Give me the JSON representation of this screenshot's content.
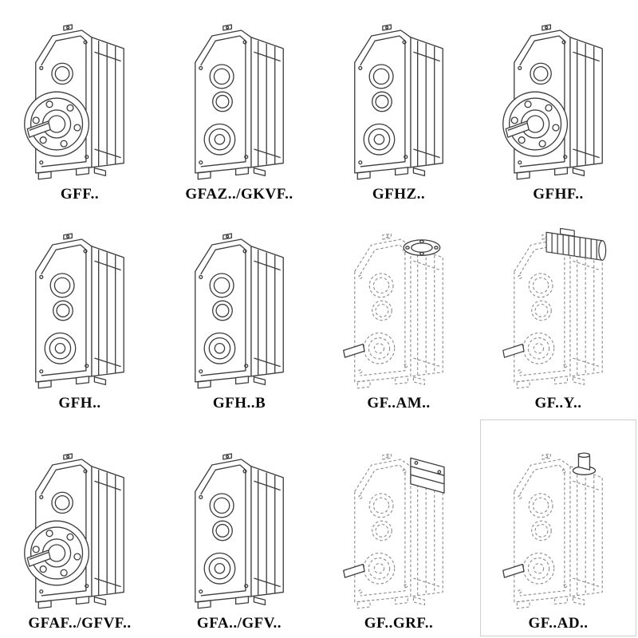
{
  "page": {
    "background": "#ffffff"
  },
  "colors": {
    "line": "#3d3d3d",
    "dashed_line": "#8f8f8f",
    "label_text": "#0a0a0a"
  },
  "catalog": {
    "items": [
      {
        "label": "GFF..",
        "drawing": "gearbox-output-flange",
        "style": "solid-line"
      },
      {
        "label": "GFAZ../GKVF..",
        "drawing": "gearbox-hollow-shaft",
        "style": "solid-line"
      },
      {
        "label": "GFHZ..",
        "drawing": "gearbox-hollow-shaft",
        "style": "solid-line"
      },
      {
        "label": "GFHF..",
        "drawing": "gearbox-output-flange",
        "style": "solid-line"
      },
      {
        "label": "GFH..",
        "drawing": "gearbox-hollow-shaft",
        "style": "solid-line"
      },
      {
        "label": "GFH..B",
        "drawing": "gearbox-hollow-shaft",
        "style": "solid-line"
      },
      {
        "label": "GF..AM..",
        "drawing": "gearbox-motor-adapter-dashed",
        "style": "dashed-line"
      },
      {
        "label": "GF..Y..",
        "drawing": "gearbox-with-motor-dashed",
        "style": "dashed-line"
      },
      {
        "label": "GFAF../GFVF..",
        "drawing": "gearbox-output-flange",
        "style": "solid-line"
      },
      {
        "label": "GFA../GFV..",
        "drawing": "gearbox-hollow-shaft",
        "style": "solid-line"
      },
      {
        "label": "GF..GRF..",
        "drawing": "gearbox-bracket-dashed",
        "style": "dashed-line"
      },
      {
        "label": "GF..AD..",
        "drawing": "gearbox-shaft-adapter-dashed",
        "style": "dashed-line",
        "boxed": true
      }
    ]
  }
}
